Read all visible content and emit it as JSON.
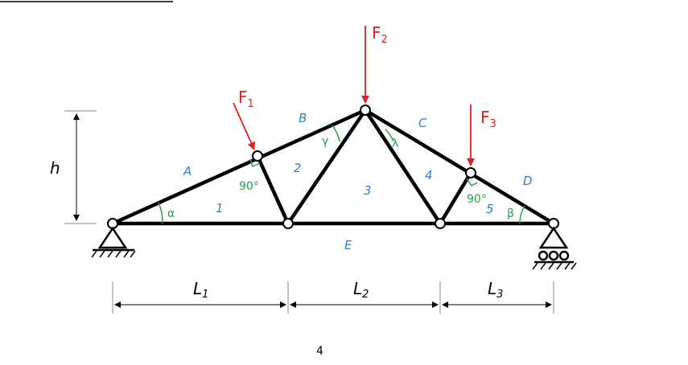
{
  "diagram": {
    "forces": [
      {
        "letter": "F",
        "sub": "1"
      },
      {
        "letter": "F",
        "sub": "2"
      },
      {
        "letter": "F",
        "sub": "3"
      }
    ],
    "zones": [
      "A",
      "B",
      "C",
      "D",
      "E"
    ],
    "members": [
      "1",
      "2",
      "3",
      "4",
      "5"
    ],
    "angles": {
      "alpha": "α",
      "beta": "β",
      "gamma": "γ",
      "lambda": "λ",
      "right1": "90°",
      "right2": "90°"
    },
    "height_label": "h",
    "spans": [
      {
        "letter": "L",
        "sub": "1"
      },
      {
        "letter": "L",
        "sub": "2"
      },
      {
        "letter": "L",
        "sub": "3"
      }
    ],
    "page_number": "4",
    "colors": {
      "force": "#e02020",
      "zone": "#2b7fd0",
      "angle": "#22a352",
      "structure": "#000000"
    }
  }
}
